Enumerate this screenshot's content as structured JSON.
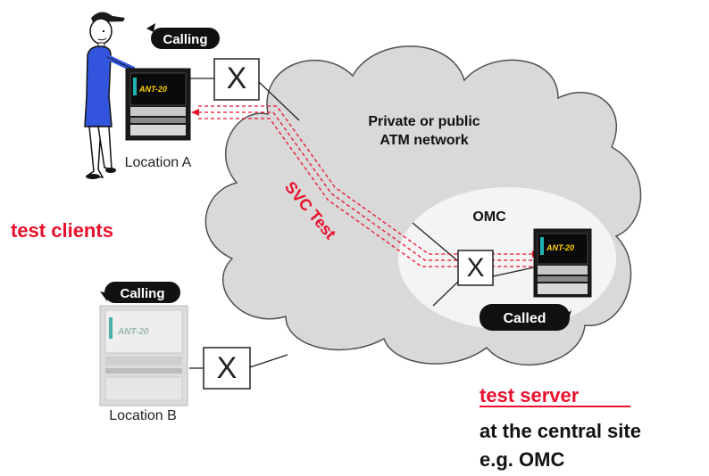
{
  "labels": {
    "calling_a": "Calling",
    "calling_b": "Calling",
    "called": "Called",
    "location_a": "Location A",
    "location_b": "Location B",
    "network": [
      "Private or public",
      "ATM network"
    ],
    "omc": "OMC",
    "svc_test": "SVC Test",
    "test_clients": "test clients",
    "test_server": "test server",
    "server_note": [
      "at the central site",
      "e.g. OMC"
    ],
    "device_a": "ANT-20",
    "device_b": "ANT-20",
    "device_omc": "ANT-20",
    "switch_symbol": "X"
  },
  "colors": {
    "accent_red": "#e8102c",
    "cloud_fill": "#d9d9d9",
    "cloud_stroke": "#505050",
    "omc_fill": "#f4f4f4",
    "person_blue": "#3355dd",
    "device_dark": "#1a1a1a",
    "device_screen_text": "#ffd400",
    "device_faded": "#dcdcdc"
  }
}
